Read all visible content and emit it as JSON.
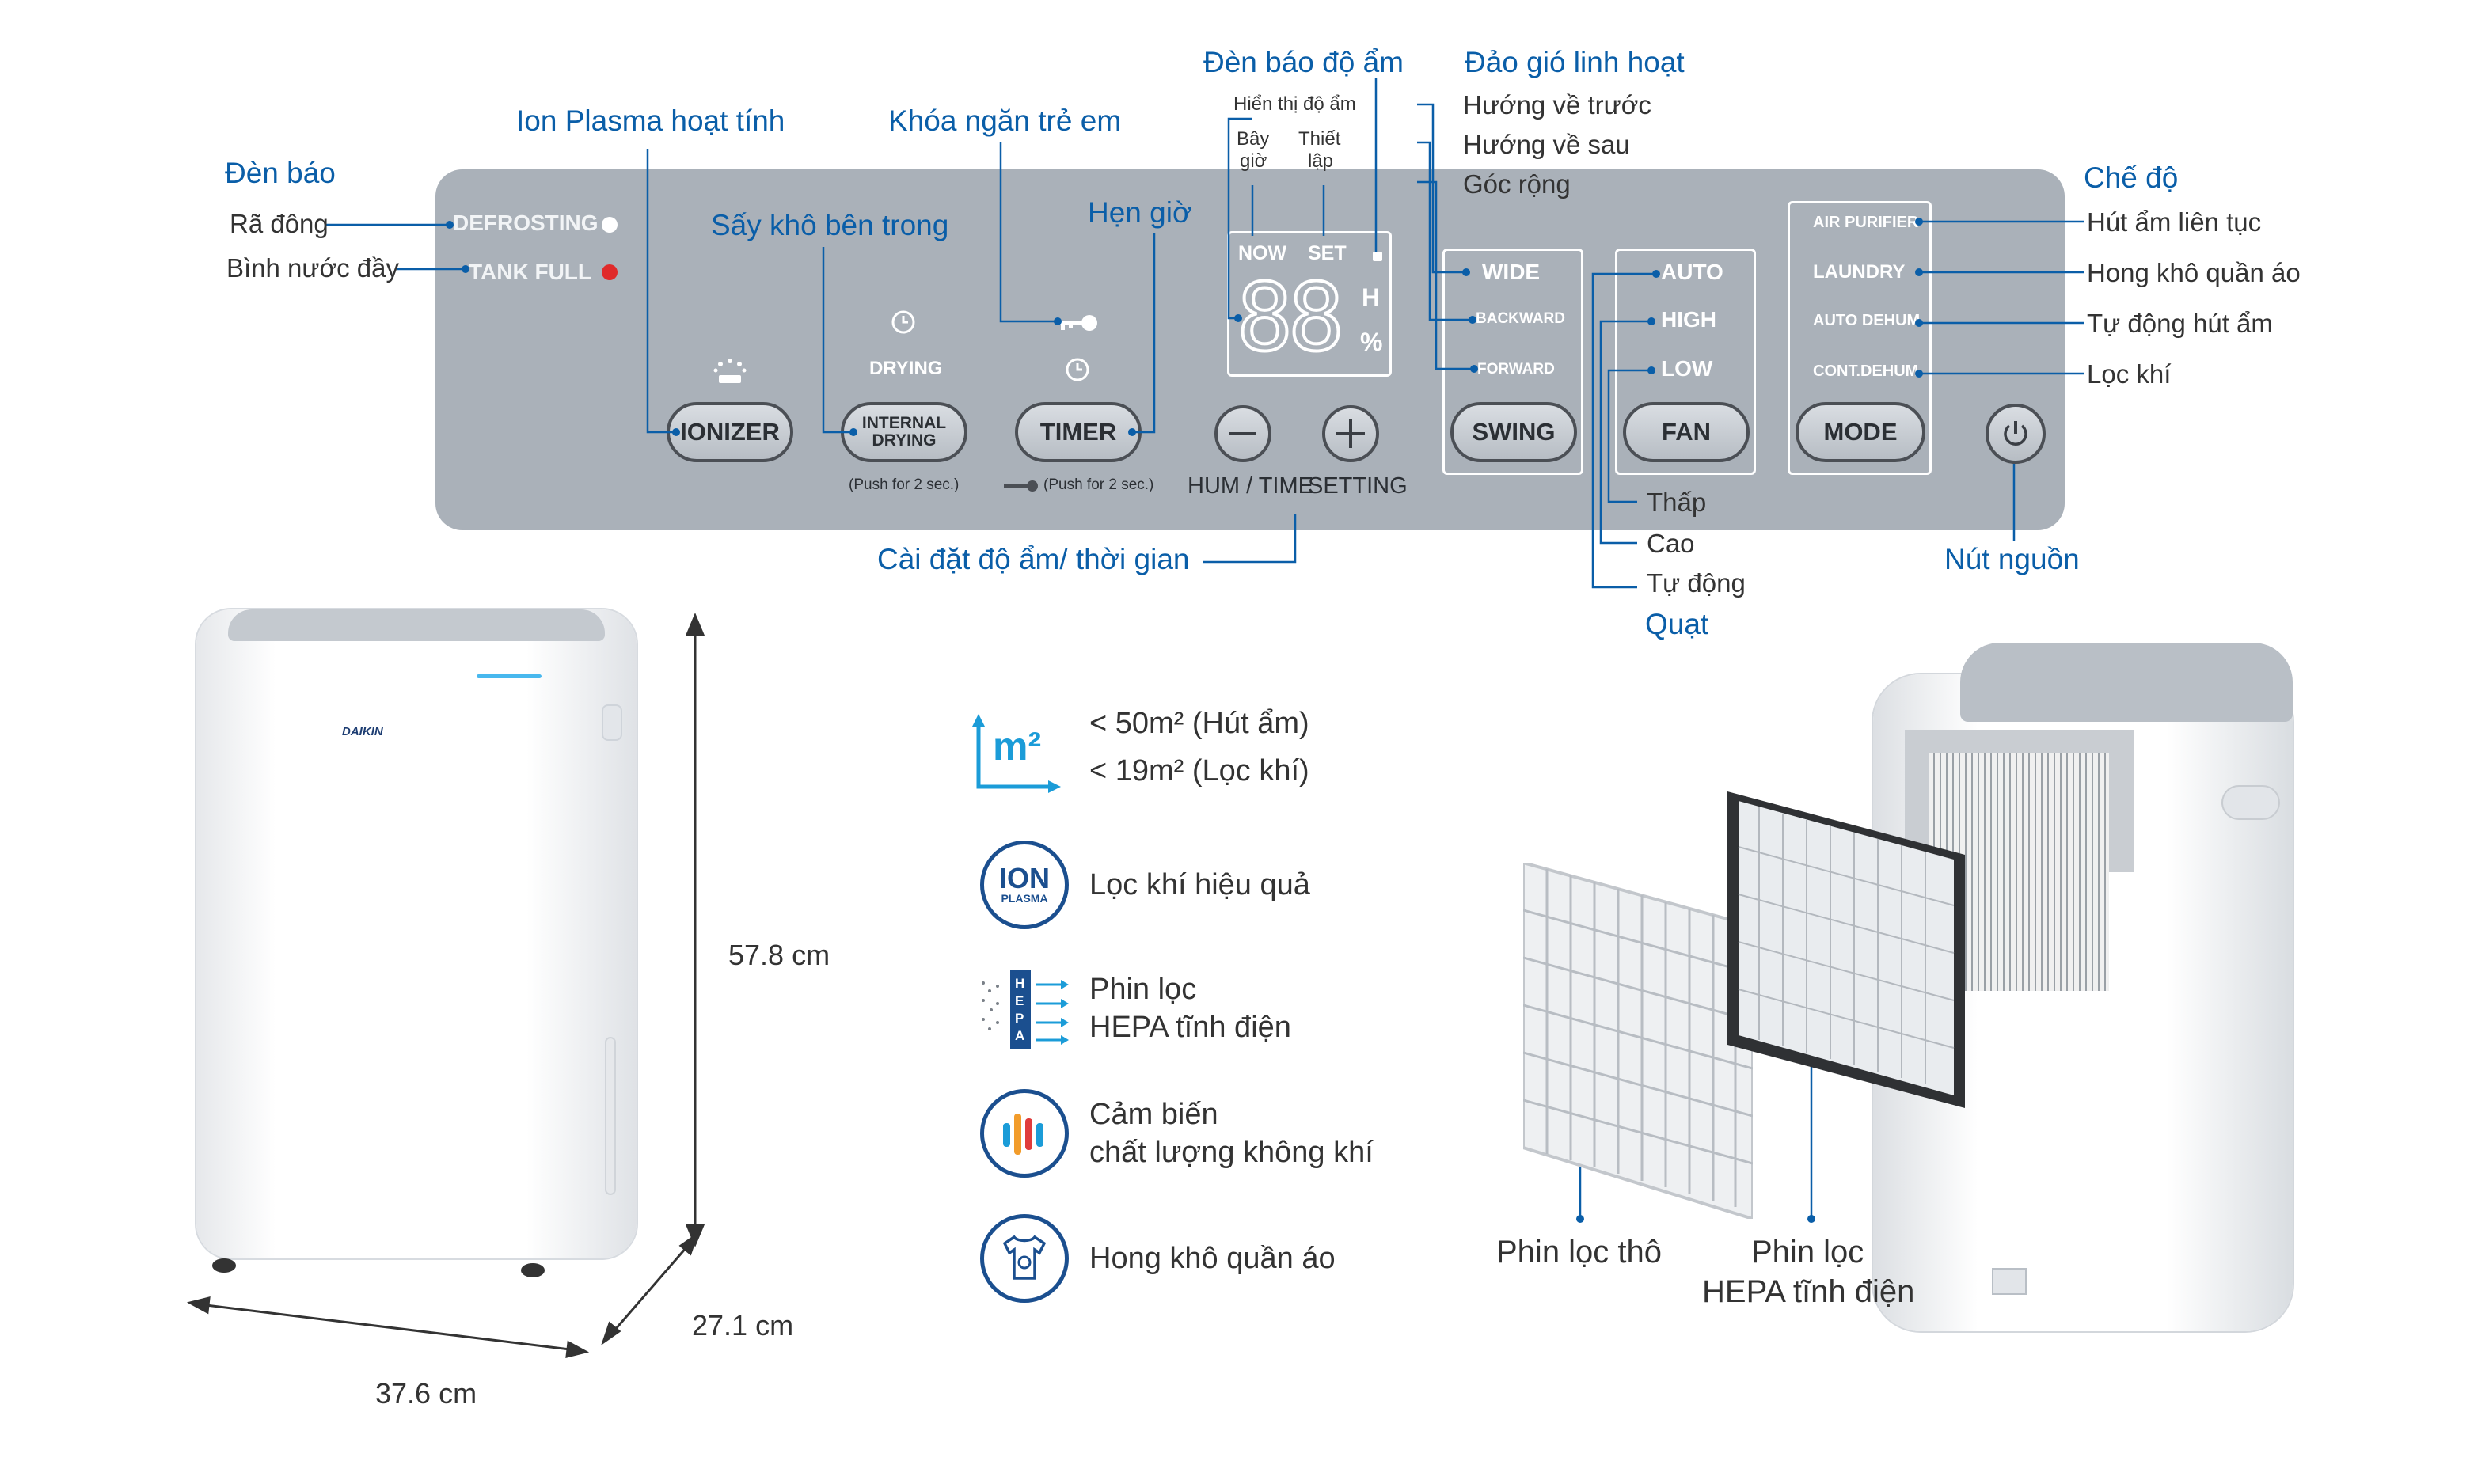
{
  "panel": {
    "indicators": {
      "defrosting": "DEFROSTING",
      "tank_full": "TANK FULL"
    },
    "drying": "DRYING",
    "buttons": {
      "ionizer": "IONIZER",
      "internal_drying_1": "INTERNAL",
      "internal_drying_2": "DRYING",
      "timer": "TIMER",
      "swing": "SWING",
      "fan": "FAN",
      "mode": "MODE"
    },
    "push_note_1": "(Push for 2 sec.)",
    "push_note_2": "(Push for 2 sec.)",
    "hum_time": "HUM / TIME",
    "setting": "SETTING",
    "display": {
      "now": "NOW",
      "set": "SET",
      "digits": "88",
      "h": "H",
      "pct": "%"
    },
    "swing_options": [
      "WIDE",
      "BACKWARD",
      "FORWARD"
    ],
    "fan_options": [
      "AUTO",
      "HIGH",
      "LOW"
    ],
    "mode_options": [
      "AIR PURIFIER",
      "LAUNDRY",
      "AUTO DEHUM",
      "CONT.DEHUM"
    ]
  },
  "annotations": {
    "den_bao": "Đèn báo",
    "ra_dong": "Rã đông",
    "binh_nuoc_day": "Bình nước đầy",
    "ion_plasma": "Ion Plasma hoạt tính",
    "say_kho": "Sấy khô bên trong",
    "khoa_tre_em": "Khóa ngăn trẻ em",
    "hen_gio": "Hẹn giờ",
    "den_bao_do_am": "Đèn báo độ ẩm",
    "hien_thi_do_am": "Hiển thị độ ẩm",
    "bay_gio_1": "Bây",
    "bay_gio_2": "giờ",
    "thiet_lap_1": "Thiết",
    "thiet_lap_2": "lập",
    "dao_gio": "Đảo gió linh hoạt",
    "huong_truoc": "Hướng về trước",
    "huong_sau": "Hướng về sau",
    "goc_rong": "Góc rộng",
    "che_do": "Chế độ",
    "hut_am_lien_tuc": "Hút ẩm liên tục",
    "hong_kho": "Hong khô quần áo",
    "tu_dong_hut_am": "Tự động hút ẩm",
    "loc_khi": "Lọc khí",
    "cai_dat": "Cài đặt độ ẩm/ thời gian",
    "thap": "Thấp",
    "cao": "Cao",
    "tu_dong": "Tự động",
    "quat": "Quạt",
    "nut_nguon": "Nút nguồn"
  },
  "dimensions": {
    "height": "57.8 cm",
    "depth": "27.1 cm",
    "width": "37.6 cm"
  },
  "brand": "DAIKIN",
  "features": {
    "area_1": "< 50m² (Hút ẩm)",
    "area_2": "< 19m² (Lọc khí)",
    "m2_icon": "m²",
    "ion_icon_1": "ION",
    "ion_icon_2": "PLASMA",
    "ion": "Lọc khí hiệu quả",
    "hepa_icon": "HEPA",
    "hepa_1": "Phin lọc",
    "hepa_2": "HEPA tĩnh điện",
    "sensor_1": "Cảm biến",
    "sensor_2": "chất lượng không khí",
    "laundry": "Hong khô quần áo"
  },
  "filters": {
    "coarse": "Phin lọc thô",
    "hepa_1": "Phin lọc",
    "hepa_2": "HEPA tĩnh điện"
  },
  "colors": {
    "panel": "#a9b0b8",
    "accent": "#0a5ea8",
    "indicator_red": "#e02a2a"
  }
}
